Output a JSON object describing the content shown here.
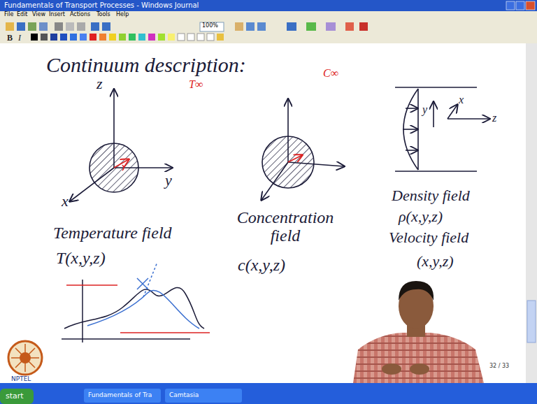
{
  "diagram": {
    "title": "Continuum description:",
    "labels": [
      "Fundamentals of Transport Processes - Windows Journal",
      "File",
      "Edit",
      "View",
      "Insert",
      "Actions",
      "Tools",
      "Help",
      "100%",
      "z",
      "y",
      "x",
      "T∞",
      "C∞",
      "y",
      "x",
      "z",
      "Temperature field",
      "T(x,y,z)",
      "Concentration field",
      "c(x,y,z)",
      "Density field",
      "ρ(x,y,z)",
      "Velocity field",
      "(x,y,z)",
      "32 / 33",
      "NPTEL",
      "start",
      "Fundamentals of Tra",
      "Camtasia"
    ]
  }
}
